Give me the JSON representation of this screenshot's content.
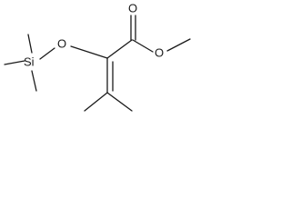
{
  "molecule": {
    "atoms": {
      "oxygen_carbonyl": "O",
      "oxygen_ester": "O",
      "oxygen_silyl": "O",
      "silicon": "Si"
    }
  }
}
